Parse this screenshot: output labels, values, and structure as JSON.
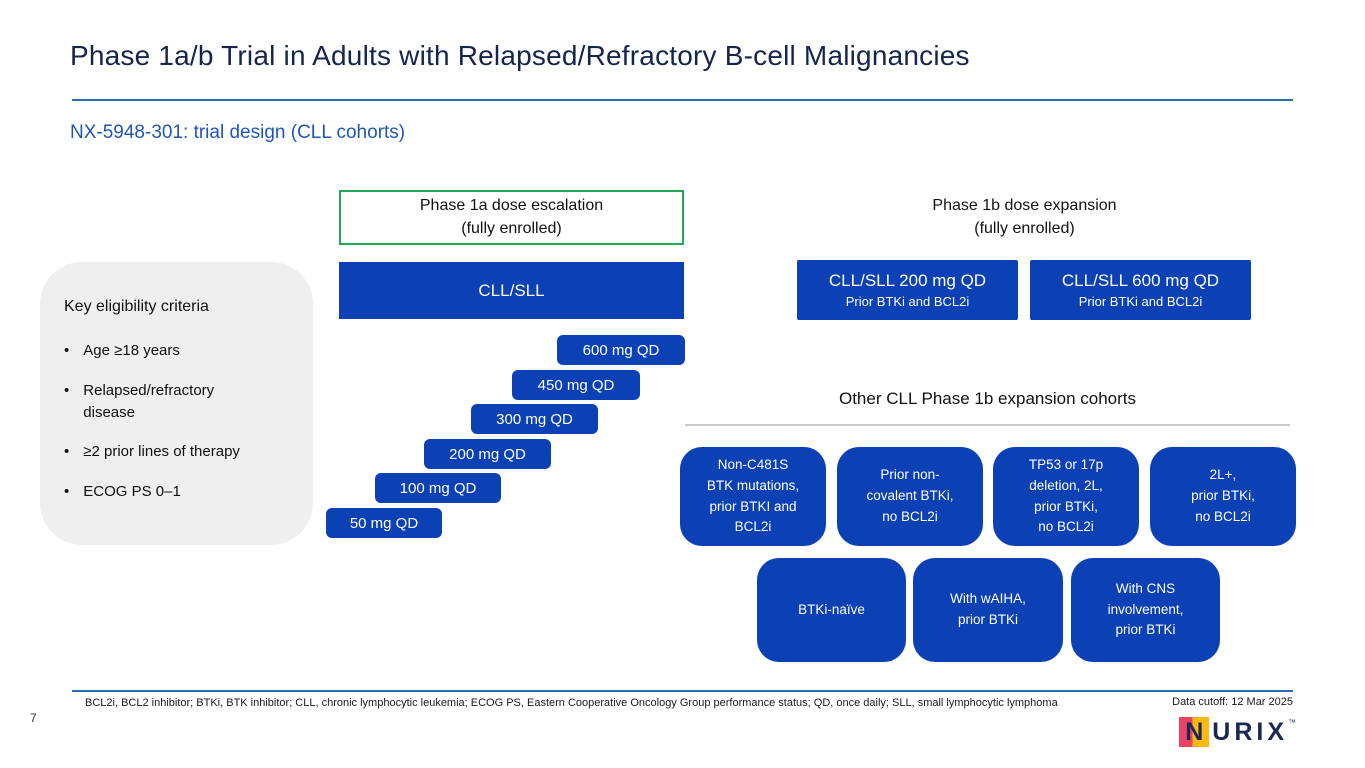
{
  "slide": {
    "title": "Phase 1a/b Trial in Adults with Relapsed/Refractory B-cell Malignancies",
    "subtitle": "NX-5948-301: trial design (CLL cohorts)",
    "page_number": "7",
    "data_cutoff": "Data cutoff: 12 Mar 2025",
    "footnote": "BCL2i, BCL2 inhibitor; BTKi, BTK inhibitor; CLL, chronic lymphocytic leukemia; ECOG PS, Eastern Cooperative Oncology Group performance status; QD, once daily; SLL, small lymphocytic lymphoma"
  },
  "eligibility": {
    "heading": "Key eligibility criteria",
    "bullet": "•",
    "items": [
      "Age ≥18 years",
      "Relapsed/refractory\ndisease",
      "≥2 prior lines of therapy",
      "ECOG PS 0–1"
    ]
  },
  "phase1a": {
    "heading": "Phase 1a dose escalation\n(fully enrolled)",
    "cohort": "CLL/SLL",
    "doses": [
      "600 mg QD",
      "450 mg QD",
      "300 mg QD",
      "200 mg QD",
      "100 mg QD",
      "50 mg QD"
    ]
  },
  "phase1b": {
    "heading": "Phase 1b dose expansion\n(fully enrolled)",
    "expansion_cohorts": [
      {
        "title": "CLL/SLL 200 mg QD",
        "subtitle": "Prior BTKi and BCL2i"
      },
      {
        "title": "CLL/SLL 600 mg QD",
        "subtitle": "Prior BTKi and BCL2i"
      }
    ]
  },
  "other_cohorts": {
    "heading": "Other CLL Phase 1b expansion cohorts",
    "row1": [
      "Non-C481S\nBTK mutations,\nprior BTKI and\nBCL2i",
      "Prior non-\ncovalent BTKi,\nno BCL2i",
      "TP53 or 17p\ndeletion, 2L,\nprior BTKi,\nno BCL2i",
      "2L+,\nprior BTKi,\nno BCL2i"
    ],
    "row2": [
      "BTKi-naïve",
      "With wAIHA,\nprior BTKi",
      "With CNS\ninvolvement,\nprior BTKi"
    ]
  },
  "logo": {
    "mark_letter": "N",
    "rest": "URIX",
    "trademark": "™"
  },
  "colors": {
    "box_blue": "#0b41b4",
    "green_border": "#20a956",
    "title_navy": "#16254d",
    "subtitle_blue": "#2156b4",
    "rule_blue": "#2a6bb5",
    "eligibility_gray": "#f0efef",
    "divider_gray": "#c9c9c9",
    "logo_pink": "#e94365",
    "logo_yellow": "#fdb913",
    "logo_navy": "#1b2857"
  }
}
